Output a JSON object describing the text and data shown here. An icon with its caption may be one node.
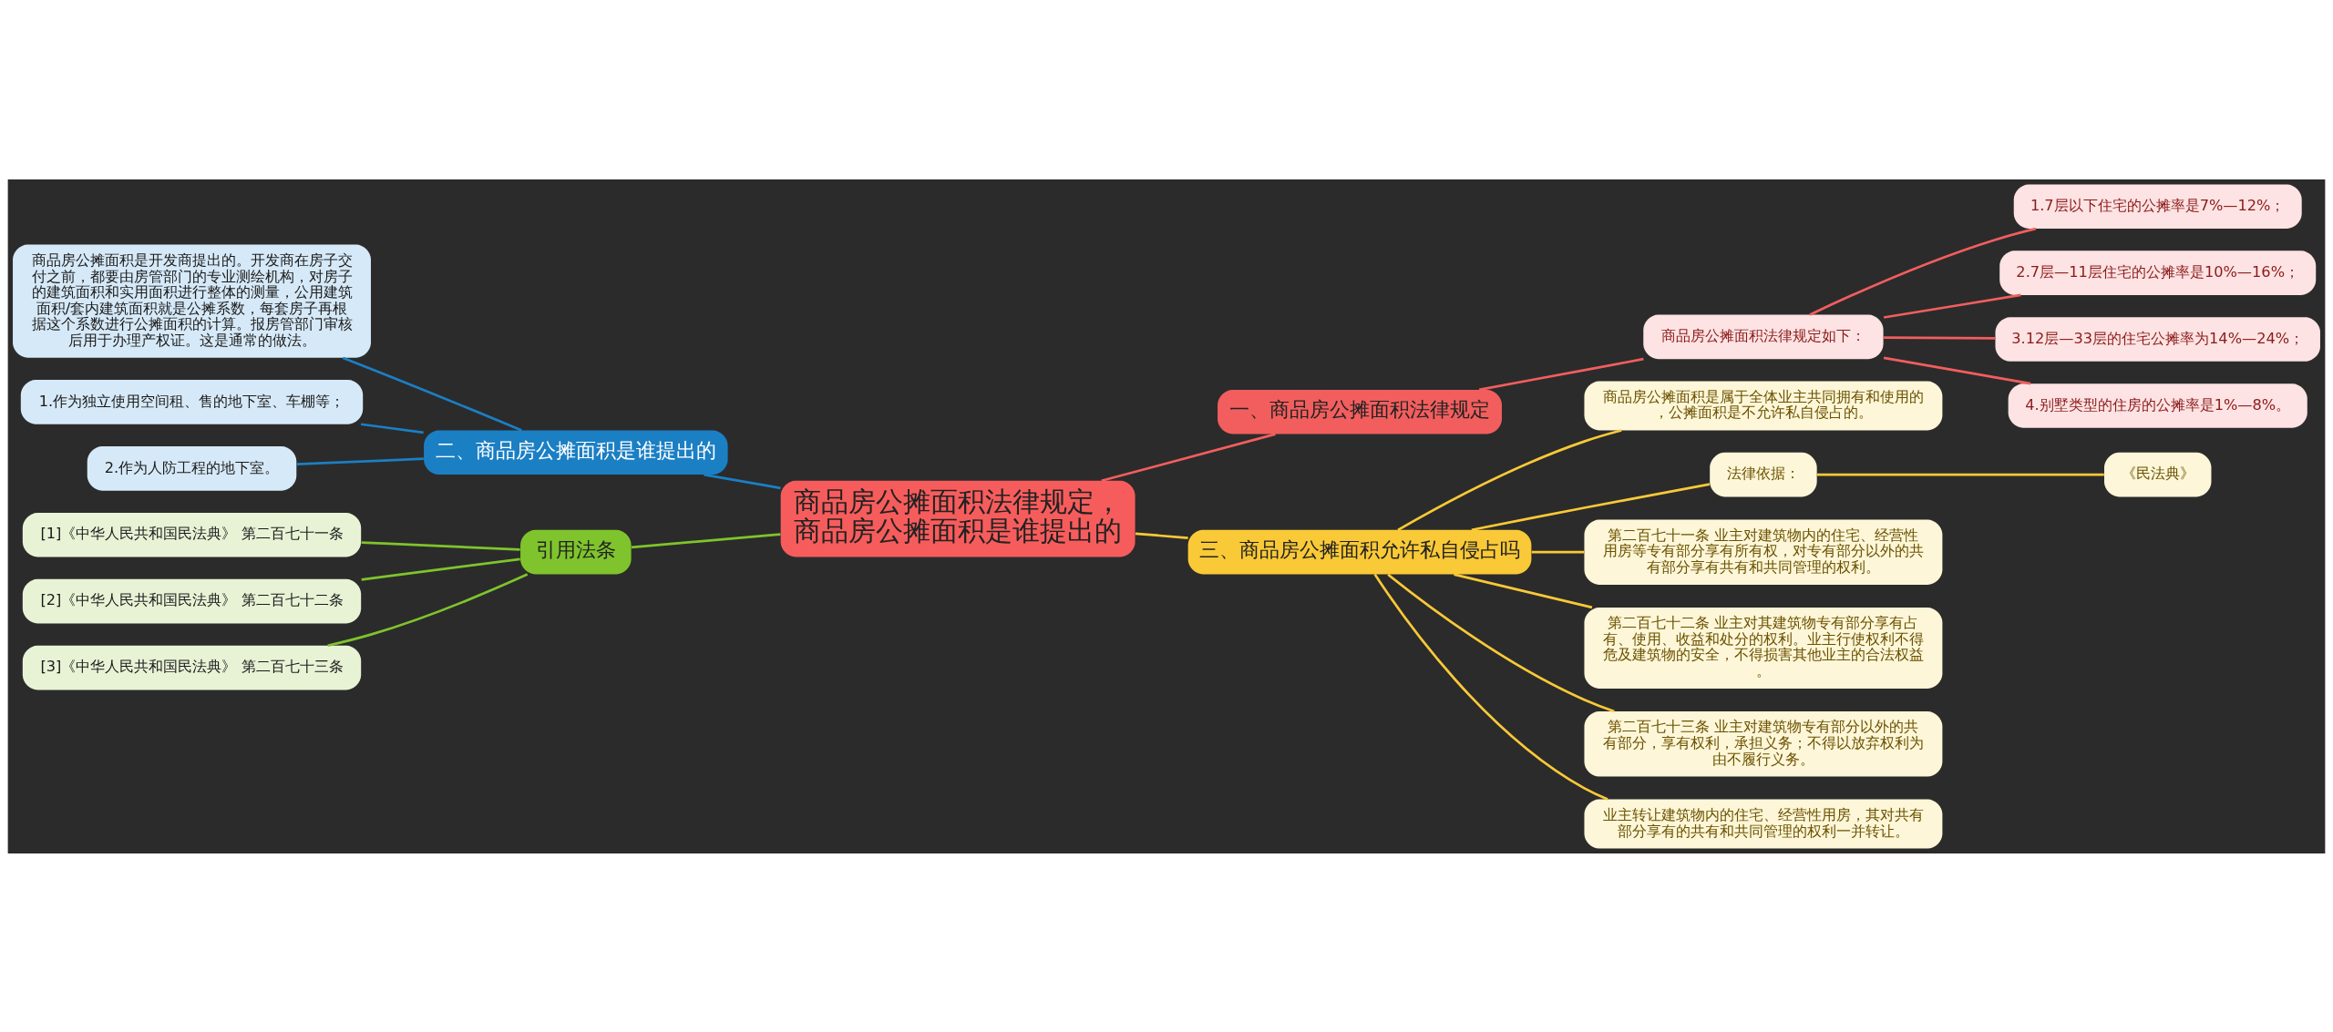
{
  "diagram": {
    "nodes": [
      {
        "text": [
          "商品房公摊面积法律规定，商品房公摊面积是谁提出的"
        ]
      },
      {
        "text": [
          "一、商品房公摊面积法律规定"
        ]
      },
      {
        "text": [
          "商品房公摊面积法律规定如下："
        ]
      },
      {
        "text": [
          "1.7层以下住宅的公摊率是7%—12%；"
        ]
      },
      {
        "text": [
          "2.7层—11层住宅的公摊率是10%—16%；"
        ]
      },
      {
        "text": [
          "3.12层—33层的住宅公摊率为14%—24%；"
        ]
      },
      {
        "text": [
          "4.别墅类型的住房的公摊率是1%—8%。"
        ]
      },
      {
        "text": [
          "二、商品房公摊面积是谁提出的"
        ]
      },
      {
        "text": [
          "商品房公摊面积是开发商提出的。开发商在房子交付之前，都要由房管部门的专业测绘机构，对房子的建筑面积和实用面积进行整体的测量，公用建筑面积/套内建筑面积就是公摊系数，每套房子再根据这个系数进行公摊面积的计算。报房管部门审核后用于办理产权证。这是通常的做法。"
        ]
      },
      {
        "text": [
          "1.作为独立使用空间租、售的地下室、车棚等；"
        ]
      },
      {
        "text": [
          "2.作为人防工程的地下室。"
        ]
      },
      {
        "text": [
          "引用法条"
        ]
      },
      {
        "text": [
          "[1]《中华人民共和国民法典》 第二百七十一条"
        ]
      },
      {
        "text": [
          "[2]《中华人民共和国民法典》 第二百七十二条"
        ]
      },
      {
        "text": [
          "[3]《中华人民共和国民法典》 第二百七十三条"
        ]
      },
      {
        "text": [
          "三、商品房公摊面积允许私自侵占吗"
        ]
      },
      {
        "text": [
          "商品房公摊面积是属于全体业主共同拥有和使用的，公摊面积是不允许私自侵占的。"
        ]
      },
      {
        "text": [
          "法律依据："
        ]
      },
      {
        "text": [
          "《民法典》"
        ]
      },
      {
        "text": [
          "第二百七十一条 业主对建筑物内的住宅、经营性用房等专有部分享有所有权，对专有部分以外的共有部分享有共有和共同管理的权利。"
        ]
      },
      {
        "text": [
          "第二百七十二条 业主对其建筑物专有部分享有占有、使用、收益和处分的权利。业主行使权利不得危及建筑物的安全，不得损害其他业主的合法权益。"
        ]
      },
      {
        "text": [
          "第二百七十三条 业主对建筑物专有部分以外的共有部分，享有权利，承担义务；不得以放弃权利为由不履行义务。"
        ]
      },
      {
        "text": [
          "业主转让建筑物内的住宅、经营性用房，其对共有部分享有的共有和共同管理的权利一并转让。"
        ]
      }
    ],
    "edges": [
      {
        "from": 0,
        "to": 1,
        "arrow": "none",
        "color": "#f25e5e"
      },
      {
        "from": 1,
        "to": 2,
        "arrow": "none",
        "color": "#f25e5e"
      },
      {
        "from": 2,
        "to": 3,
        "arrow": "none",
        "color": "#f25e5e"
      },
      {
        "from": 2,
        "to": 4,
        "arrow": "none",
        "color": "#f25e5e"
      },
      {
        "from": 2,
        "to": 5,
        "arrow": "none",
        "color": "#f25e5e"
      },
      {
        "from": 2,
        "to": 6,
        "arrow": "none",
        "color": "#f25e5e"
      },
      {
        "from": 0,
        "to": 7,
        "arrow": "none",
        "color": "#1b7fc4"
      },
      {
        "from": 7,
        "to": 8,
        "arrow": "none",
        "color": "#1b7fc4"
      },
      {
        "from": 7,
        "to": 9,
        "arrow": "none",
        "color": "#1b7fc4"
      },
      {
        "from": 7,
        "to": 10,
        "arrow": "none",
        "color": "#1b7fc4"
      },
      {
        "from": 0,
        "to": 11,
        "arrow": "none",
        "color": "#7fc42c"
      },
      {
        "from": 11,
        "to": 12,
        "arrow": "none",
        "color": "#7fc42c"
      },
      {
        "from": 11,
        "to": 13,
        "arrow": "none",
        "color": "#7fc42c"
      },
      {
        "from": 11,
        "to": 14,
        "arrow": "none",
        "color": "#7fc42c"
      },
      {
        "from": 0,
        "to": 15,
        "arrow": "none",
        "color": "#f9c937"
      },
      {
        "from": 15,
        "to": 16,
        "arrow": "none",
        "color": "#f9c937"
      },
      {
        "from": 15,
        "to": 17,
        "arrow": "none",
        "color": "#f9c937"
      },
      {
        "from": 17,
        "to": 18,
        "arrow": "none",
        "color": "#f9c937"
      },
      {
        "from": 15,
        "to": 19,
        "arrow": "none",
        "color": "#f9c937"
      },
      {
        "from": 15,
        "to": 20,
        "arrow": "none",
        "color": "#f9c937"
      },
      {
        "from": 15,
        "to": 21,
        "arrow": "none",
        "color": "#f9c937"
      },
      {
        "from": 15,
        "to": 22,
        "arrow": "none",
        "color": "#f9c937"
      }
    ]
  }
}
